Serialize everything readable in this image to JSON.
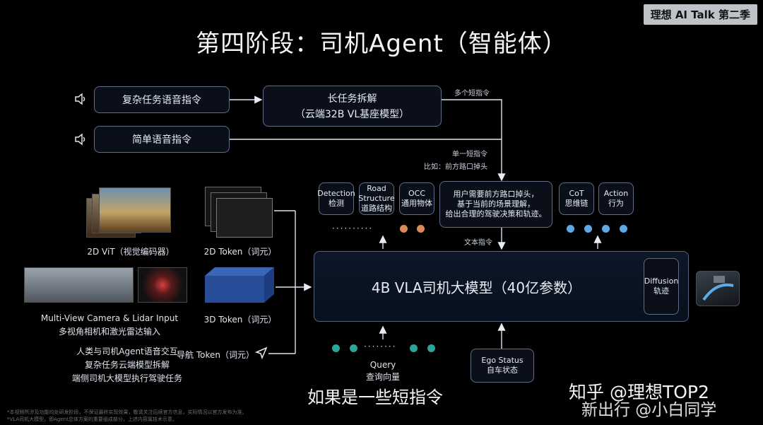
{
  "badge": "理想 AI Talk 第二季",
  "title": "第四阶段：司机Agent（智能体）",
  "voice_inputs": {
    "complex": "复杂任务语音指令",
    "simple": "简单语音指令"
  },
  "long_task": {
    "line1": "长任务拆解",
    "line2": "（云端32B VL基座模型）"
  },
  "edge_labels": {
    "multi_short": "多个短指令",
    "single_short": "单一短指令",
    "example": "比如：前方路口掉头",
    "text_instruction": "文本指令"
  },
  "top_boxes": {
    "detection": [
      "Detection",
      "检测"
    ],
    "road": [
      "Road",
      "Structure",
      "道路结构"
    ],
    "occ": [
      "OCC",
      "通用物体"
    ],
    "user_need": [
      "用户需要前方路口掉头，",
      "基于当前的场景理解，",
      "给出合理的驾驶决策和轨迹。"
    ],
    "cot": [
      "CoT",
      "思维链"
    ],
    "action": [
      "Action",
      "行为"
    ]
  },
  "inputs": {
    "vit": "2D ViT（视觉编码器）",
    "token2d": "2D Token（词元）",
    "camera_en": "Multi-View Camera & Lidar Input",
    "camera_zh": "多视角相机和激光雷达输入",
    "token3d": "3D Token（词元）",
    "nav_token": "导航 Token（词元）",
    "agent_lines": [
      "人类与司机Agent语音交互",
      "复杂任务云端模型拆解",
      "端侧司机大模型执行驾驶任务"
    ]
  },
  "main_model": "4B VLA司机大模型（40亿参数）",
  "diffusion": [
    "Diffusion",
    "轨迹"
  ],
  "query": [
    "Query",
    "查询向量"
  ],
  "ego": [
    "Ego Status",
    "自车状态"
  ],
  "subtitle": "如果是一些短指令",
  "watermark": [
    "知乎 @理想TOP2",
    "新出行 @小白同学"
  ],
  "footnotes": [
    "*本视频所涉及功能均处研发阶段，不保证最终实现效果，敬请关注后续官方信息，实际情况以官方发布为准。",
    "*VLA司机大模型，即Agent总体方案的重要组成部分，上述内容属技术示意。"
  ],
  "colors": {
    "accent_blue": "#5ea9e6",
    "accent_orange": "#d98b5a",
    "accent_teal": "#2aa59b",
    "box_border": "#5f6e85"
  }
}
